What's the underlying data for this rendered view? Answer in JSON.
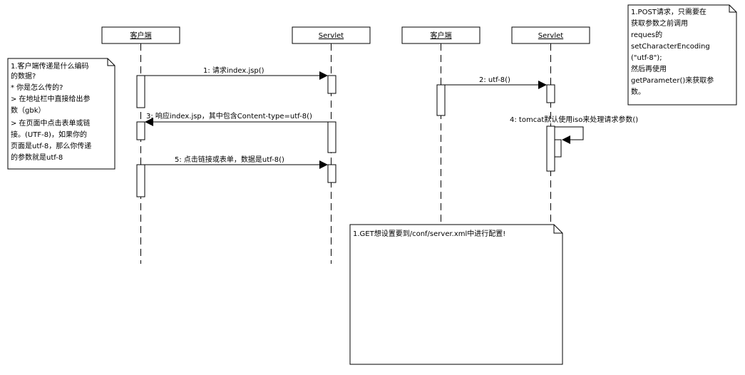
{
  "participants": [
    {
      "label": "客户端"
    },
    {
      "label": "Servlet"
    },
    {
      "label": "客户端"
    },
    {
      "label": "Servlet"
    }
  ],
  "messages": [
    {
      "label": "1: 请求index.jsp()"
    },
    {
      "label": "2: utf-8()"
    },
    {
      "label": "3: 响应index.jsp，其中包含Content-type=utf-8()"
    },
    {
      "label": "4: tomcat默认使用iso来处理请求参数()"
    },
    {
      "label": "5: 点击链接或表单，数据是utf-8()"
    }
  ],
  "notes": {
    "left": {
      "lines": [
        "1.客户端传递是什么编码",
        "的数据?",
        "* 你是怎么传的?",
        "> 在地址栏中直接给出参",
        "数（gbk）",
        "> 在页面中点击表单或链",
        "接。(UTF-8)，如果你的",
        "页面是utf-8，那么你传递",
        "的参数就是utf-8"
      ]
    },
    "top_right": {
      "lines": [
        "1.POST请求，只需要在",
        "获取参数之前调用",
        "reques的",
        "setCharacterEncoding",
        "(\"utf-8\");",
        "然后再使用",
        "getParameter()来获取参",
        "数。"
      ]
    },
    "bottom": {
      "lines": [
        "1.GET想设置要到/conf/server.xml中进行配置!"
      ]
    }
  }
}
